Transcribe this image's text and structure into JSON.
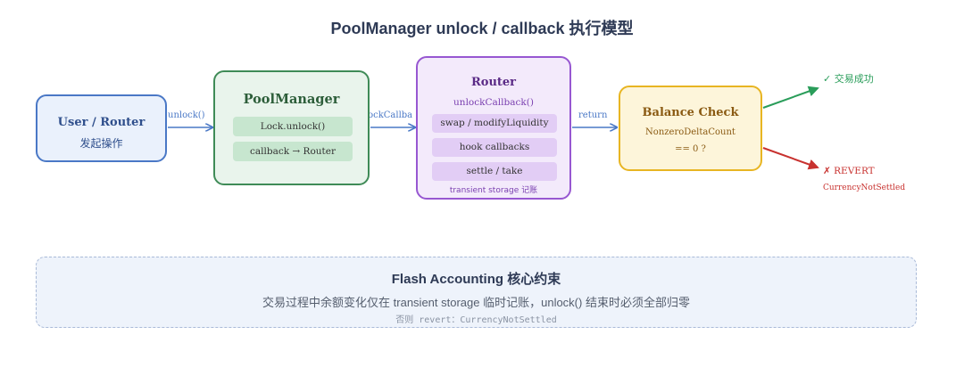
{
  "title": "PoolManager unlock / callback 执行模型",
  "colors": {
    "user_border": "#4a78c6",
    "pool_border": "#3f8b57",
    "router_border": "#9757d1",
    "balance_border": "#e8b522",
    "success": "#2a9d5a",
    "fail": "#c8322f"
  },
  "user_box": {
    "title": "User / Router",
    "subtitle": "发起操作"
  },
  "pool_box": {
    "title": "PoolManager",
    "steps": [
      "Lock.unlock()",
      "callback → Router"
    ]
  },
  "router_box": {
    "title": "Router",
    "subtitle": "unlockCallback()",
    "steps": [
      "swap / modifyLiquidity",
      "hook callbacks",
      "settle / take"
    ],
    "note": "transient storage 记账"
  },
  "balance_box": {
    "title": "Balance Check",
    "line1": "NonzeroDeltaCount",
    "line2": "== 0 ?"
  },
  "arrows": {
    "unlock": "unlock()",
    "unlock_callback": "unlockCallba",
    "return": "return"
  },
  "outcomes": {
    "success": "✓ 交易成功",
    "fail": "✗ REVERT",
    "fail_reason": "CurrencyNotSettled"
  },
  "panel": {
    "title": "Flash Accounting 核心约束",
    "description": "交易过程中余额变化仅在 transient storage 临时记账，unlock() 结束时必须全部归零",
    "note": "否则 revert：CurrencyNotSettled"
  }
}
